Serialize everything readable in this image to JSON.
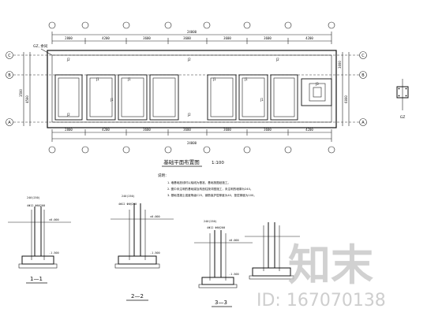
{
  "plan": {
    "title": "基础平面布置图",
    "scale": "1:100",
    "callout": "GZ, 余同",
    "grid_rows": [
      "C",
      "B",
      "A"
    ],
    "top_dims": [
      "2800",
      "4200",
      "3600",
      "3600",
      "3600",
      "3600",
      "4200"
    ],
    "top_total": "24000",
    "bottom_dims": [
      "2800",
      "4200",
      "3600",
      "3600",
      "3600",
      "3600",
      "4200"
    ],
    "bottom_total": "24000",
    "left_dims": [
      "3500",
      "4500"
    ],
    "right_dims": [
      "3000",
      "6000"
    ],
    "beam_labels": [
      "J2",
      "J1",
      "J1",
      "J1",
      "J1",
      "J2",
      "J2",
      "J2",
      "J2",
      "J1",
      "J1",
      "J3"
    ],
    "gz_label": "GZ"
  },
  "notes": {
    "heading": "说明：",
    "lines": [
      "1. 墙基础放线时以轴线为基准，基础按图纸施工。",
      "2. 图中未注明的基础梁及构造柱按详图施工，未注明的墙厚为240。",
      "3. 基础混凝土强度等级C25，钢筋保护层厚度为40，垫层厚度为100。"
    ]
  },
  "sections": [
    {
      "label": "1—1",
      "top_dim": "240(250)",
      "note": "4Φ12  Φ6@200",
      "elev1": "±0.000",
      "elev2": "-1.500"
    },
    {
      "label": "2—2",
      "top_dim": "240(250)",
      "note": "4Φ12  Φ6@200",
      "elev1": "±0.000",
      "elev2": "-1.500"
    },
    {
      "label": "3—3",
      "top_dim": "240(250)",
      "note": "4Φ12  Φ6@200",
      "elev1": "±0.000",
      "elev2": "-1.500"
    }
  ],
  "watermark": {
    "logo": "知末",
    "id_text": "ID: 167070138"
  }
}
